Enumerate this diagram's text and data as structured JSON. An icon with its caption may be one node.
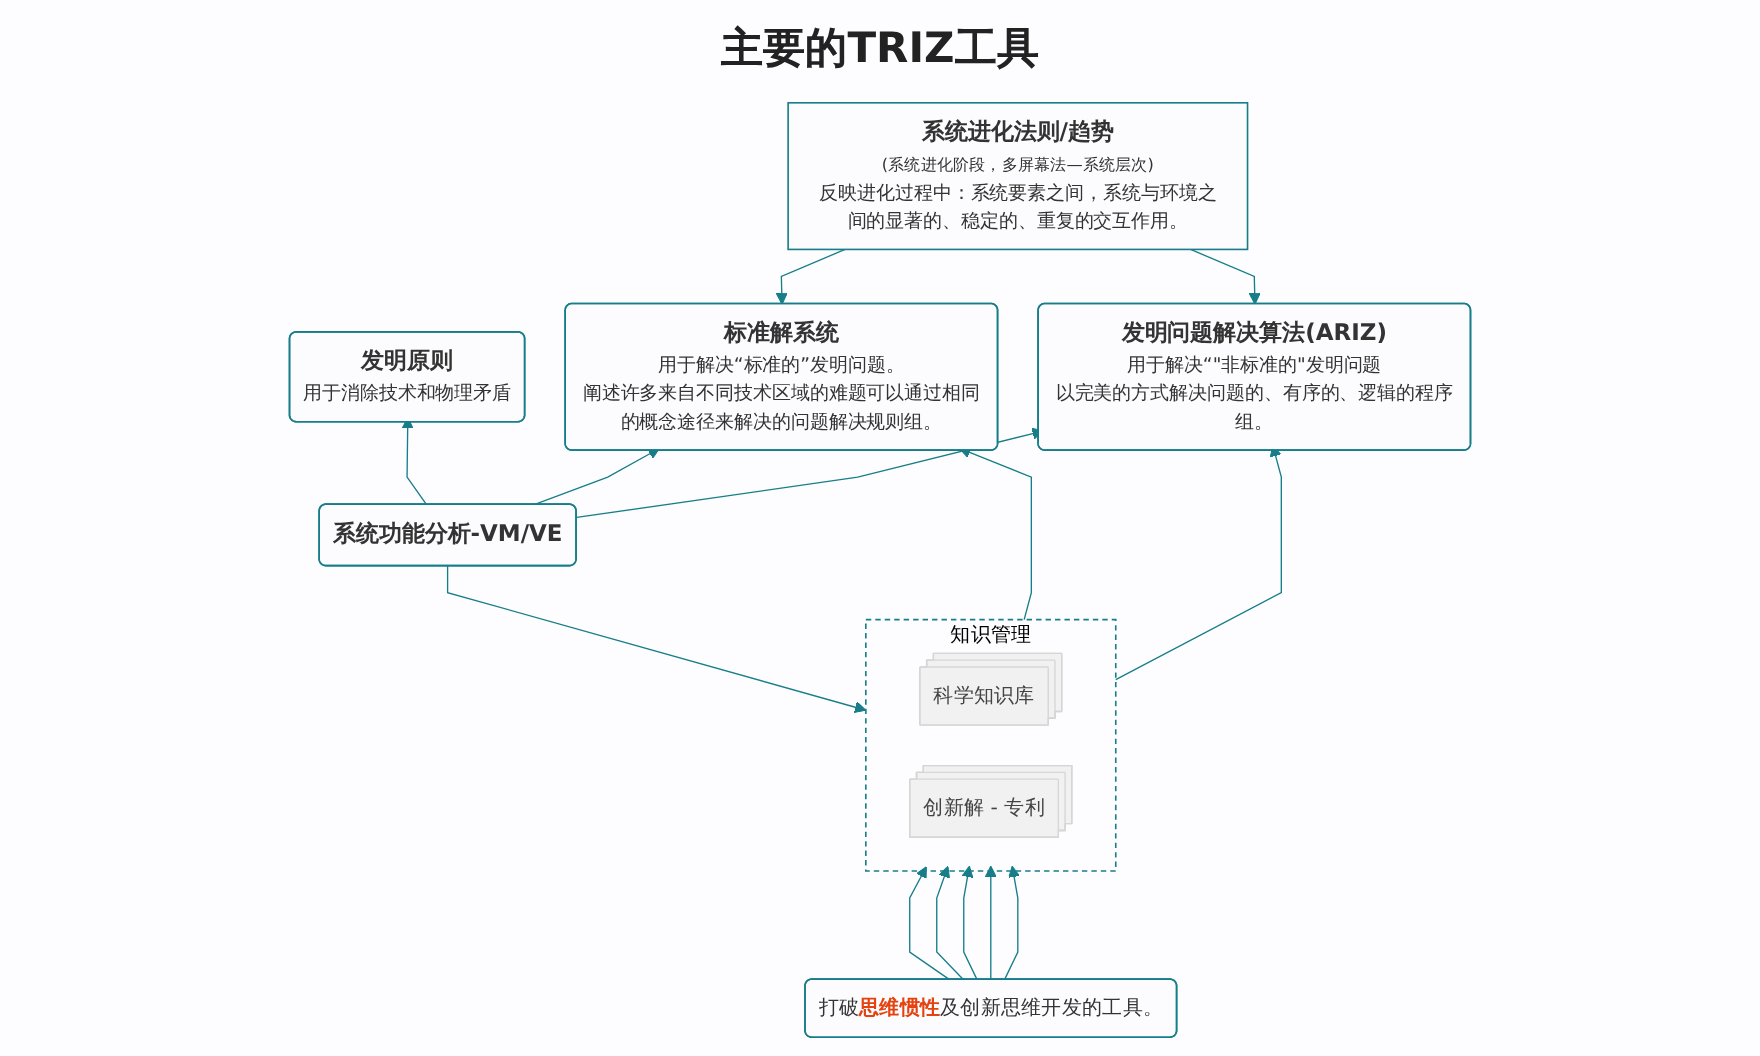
{
  "diagram": {
    "title": "主要的TRIZ工具",
    "nodes": [
      {
        "text": [
          "系统进化法则/趋势",
          "(系统进化阶段，多屏幕法—系统层次)",
          "反映进化过程中：系统要素之间，系统与环境之间的显著的、稳定的、重复的交互作用。"
        ]
      },
      {
        "text": [
          "标准解系统",
          "用于解决“标准的”发明问题。",
          "阐述许多来自不同技术区域的难题可以通过相同的概念途径来解决的问题解决规则组。"
        ]
      },
      {
        "text": [
          "发明原则",
          "用于消除技术和物理矛盾"
        ]
      },
      {
        "text": [
          "发明问题解决算法(ARIZ)",
          "用于解决“\"非标准的\"发明问题",
          "以完美的方式解决问题的、有序的、逻辑的程序组。"
        ]
      },
      {
        "text": [
          "系统功能分析-VM/VE"
        ]
      },
      {
        "text": [
          "知识管理"
        ]
      },
      {
        "text": [
          "科学知识库"
        ],
        "in": 5
      },
      {
        "text": [
          "创新解 - 专利"
        ],
        "in": 5
      },
      {
        "text": [
          "打破**思维惯性**及创新思维开发的工具。"
        ]
      }
    ],
    "edges": [
      {
        "from": 0,
        "to": 1,
        "arrow": "to"
      },
      {
        "from": 0,
        "to": 3,
        "arrow": "to"
      },
      {
        "from": 4,
        "to": 2,
        "arrow": "to"
      },
      {
        "from": 4,
        "to": 1,
        "arrow": "to"
      },
      {
        "from": 4,
        "to": 3,
        "arrow": "to"
      },
      {
        "from": 4,
        "to": 5,
        "arrow": "to"
      },
      {
        "from": 5,
        "to": 1,
        "arrow": "to"
      },
      {
        "from": 5,
        "to": 3,
        "arrow": "to"
      },
      {
        "from": 8,
        "to": 5,
        "arrow": "to"
      },
      {
        "from": 8,
        "to": 5,
        "arrow": "to"
      },
      {
        "from": 8,
        "to": 5,
        "arrow": "to"
      },
      {
        "from": 8,
        "to": 5,
        "arrow": "to"
      },
      {
        "from": 8,
        "to": 5,
        "arrow": "to"
      }
    ]
  }
}
